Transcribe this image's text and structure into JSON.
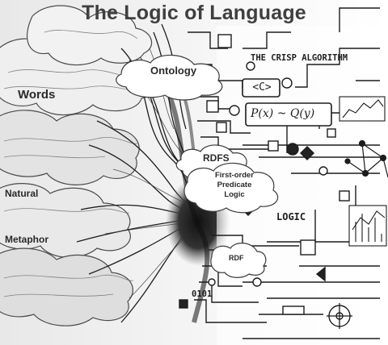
{
  "title": "The Logic of Language",
  "labels": {
    "words": "Words",
    "natural": "Natural",
    "metaphor": "Metaphor",
    "ontology": "Ontology",
    "rdfs": "RDFS",
    "fopl": [
      "First-order",
      "Predicate",
      "Logic"
    ],
    "rdf": "RDF"
  },
  "circuit": {
    "crisp_algorithm": "THE CRISP ALGORITHM",
    "code_tag": "<C>",
    "formula": "P(x) ~ Q(y)",
    "logic": "LOGIC",
    "binary": "0101"
  },
  "colors": {
    "ink": "#1c1c1c",
    "cloud_shade": "#d9d9d9",
    "background": "#fbfbfb"
  }
}
